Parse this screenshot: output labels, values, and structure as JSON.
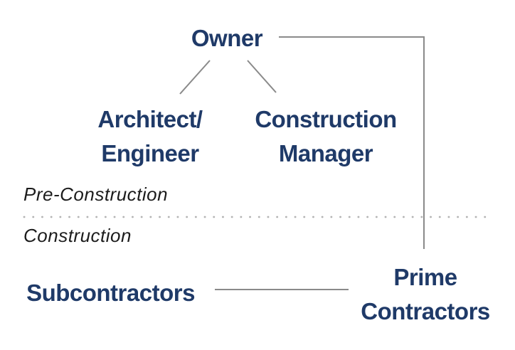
{
  "diagram": {
    "type": "org-hierarchy",
    "nodes": {
      "owner": {
        "label": "Owner"
      },
      "architect_engineer": {
        "line1": "Architect/",
        "line2": "Engineer"
      },
      "construction_manager": {
        "line1": "Construction",
        "line2": "Manager"
      },
      "subcontractors": {
        "label": "Subcontractors"
      },
      "prime_contractors": {
        "line1": "Prime",
        "line2": "Contractors"
      }
    },
    "phases": {
      "pre_construction": "Pre-Construction",
      "construction": "Construction"
    },
    "relationships": [
      {
        "from": "Owner",
        "to": "Architect/Engineer"
      },
      {
        "from": "Owner",
        "to": "Construction Manager"
      },
      {
        "from": "Owner",
        "to": "Prime Contractors"
      },
      {
        "from": "Subcontractors",
        "to": "Prime Contractors"
      }
    ],
    "colors": {
      "node_text": "#1f3a68",
      "phase_text": "#1c1c1c",
      "connector_line": "#8a8a8a",
      "divider_dots": "#b3b3b3",
      "background": "#ffffff"
    }
  }
}
